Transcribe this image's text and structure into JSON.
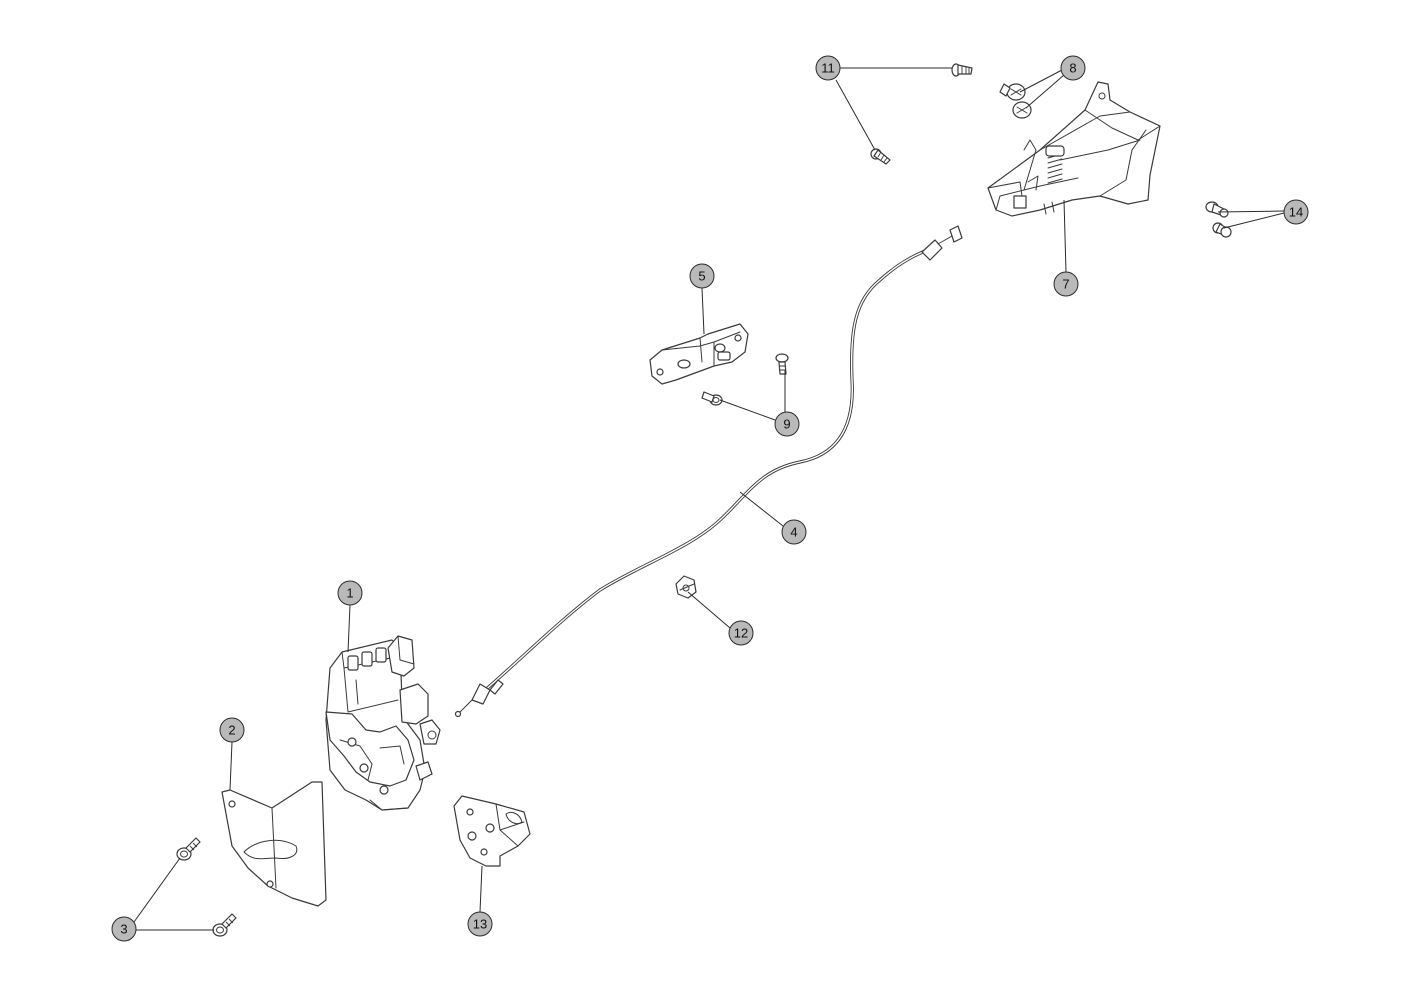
{
  "diagram": {
    "colors": {
      "callout_fill": "#b9b9b9",
      "line": "#3a3a3a",
      "background": "#ffffff"
    },
    "callouts": [
      {
        "id": "c1",
        "label": "1"
      },
      {
        "id": "c2",
        "label": "2"
      },
      {
        "id": "c3",
        "label": "3"
      },
      {
        "id": "c4",
        "label": "4"
      },
      {
        "id": "c5",
        "label": "5"
      },
      {
        "id": "c7",
        "label": "7"
      },
      {
        "id": "c8",
        "label": "8"
      },
      {
        "id": "c9",
        "label": "9"
      },
      {
        "id": "c11",
        "label": "11"
      },
      {
        "id": "c12",
        "label": "12"
      },
      {
        "id": "c13",
        "label": "13"
      },
      {
        "id": "c14",
        "label": "14"
      }
    ]
  }
}
